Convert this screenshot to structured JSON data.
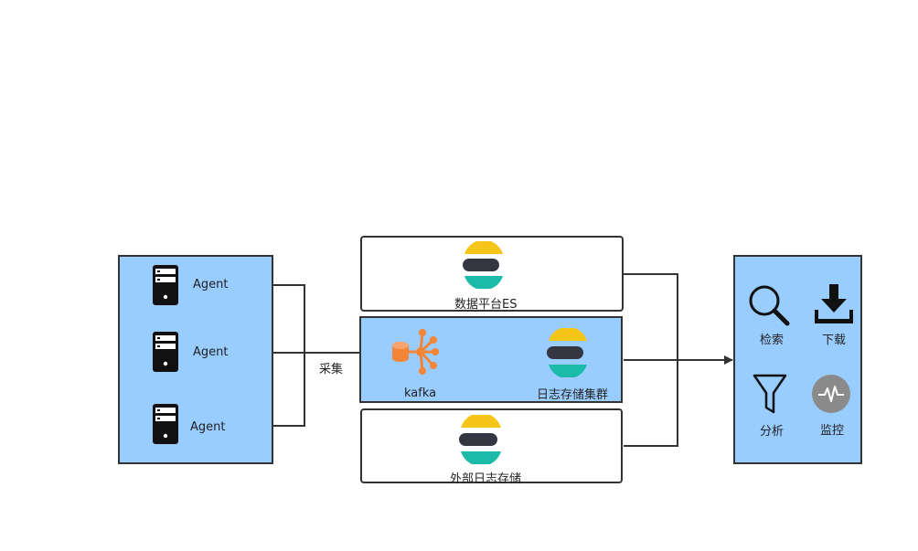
{
  "agents": {
    "items": [
      {
        "label": "Agent"
      },
      {
        "label": "Agent"
      },
      {
        "label": "Agent"
      }
    ]
  },
  "flow": {
    "collect_label": "采集"
  },
  "platform_es": {
    "label": "数据平台ES",
    "icon": "elasticsearch-logo-icon"
  },
  "pipeline": {
    "kafka_label": "kafka",
    "cluster_label": "日志存储集群"
  },
  "external": {
    "label": "外部日志存储"
  },
  "functions": {
    "items": [
      {
        "label": "检索",
        "icon": "search-icon"
      },
      {
        "label": "下载",
        "icon": "download-icon"
      },
      {
        "label": "分析",
        "icon": "filter-icon"
      },
      {
        "label": "监控",
        "icon": "monitor-pulse-icon"
      }
    ]
  },
  "colors": {
    "panel_blue": "#99ccff",
    "border": "#333333",
    "es_yellow": "#f5c518",
    "es_dark": "#343741",
    "es_teal": "#1bbaa9",
    "kafka_orange": "#f58536"
  }
}
